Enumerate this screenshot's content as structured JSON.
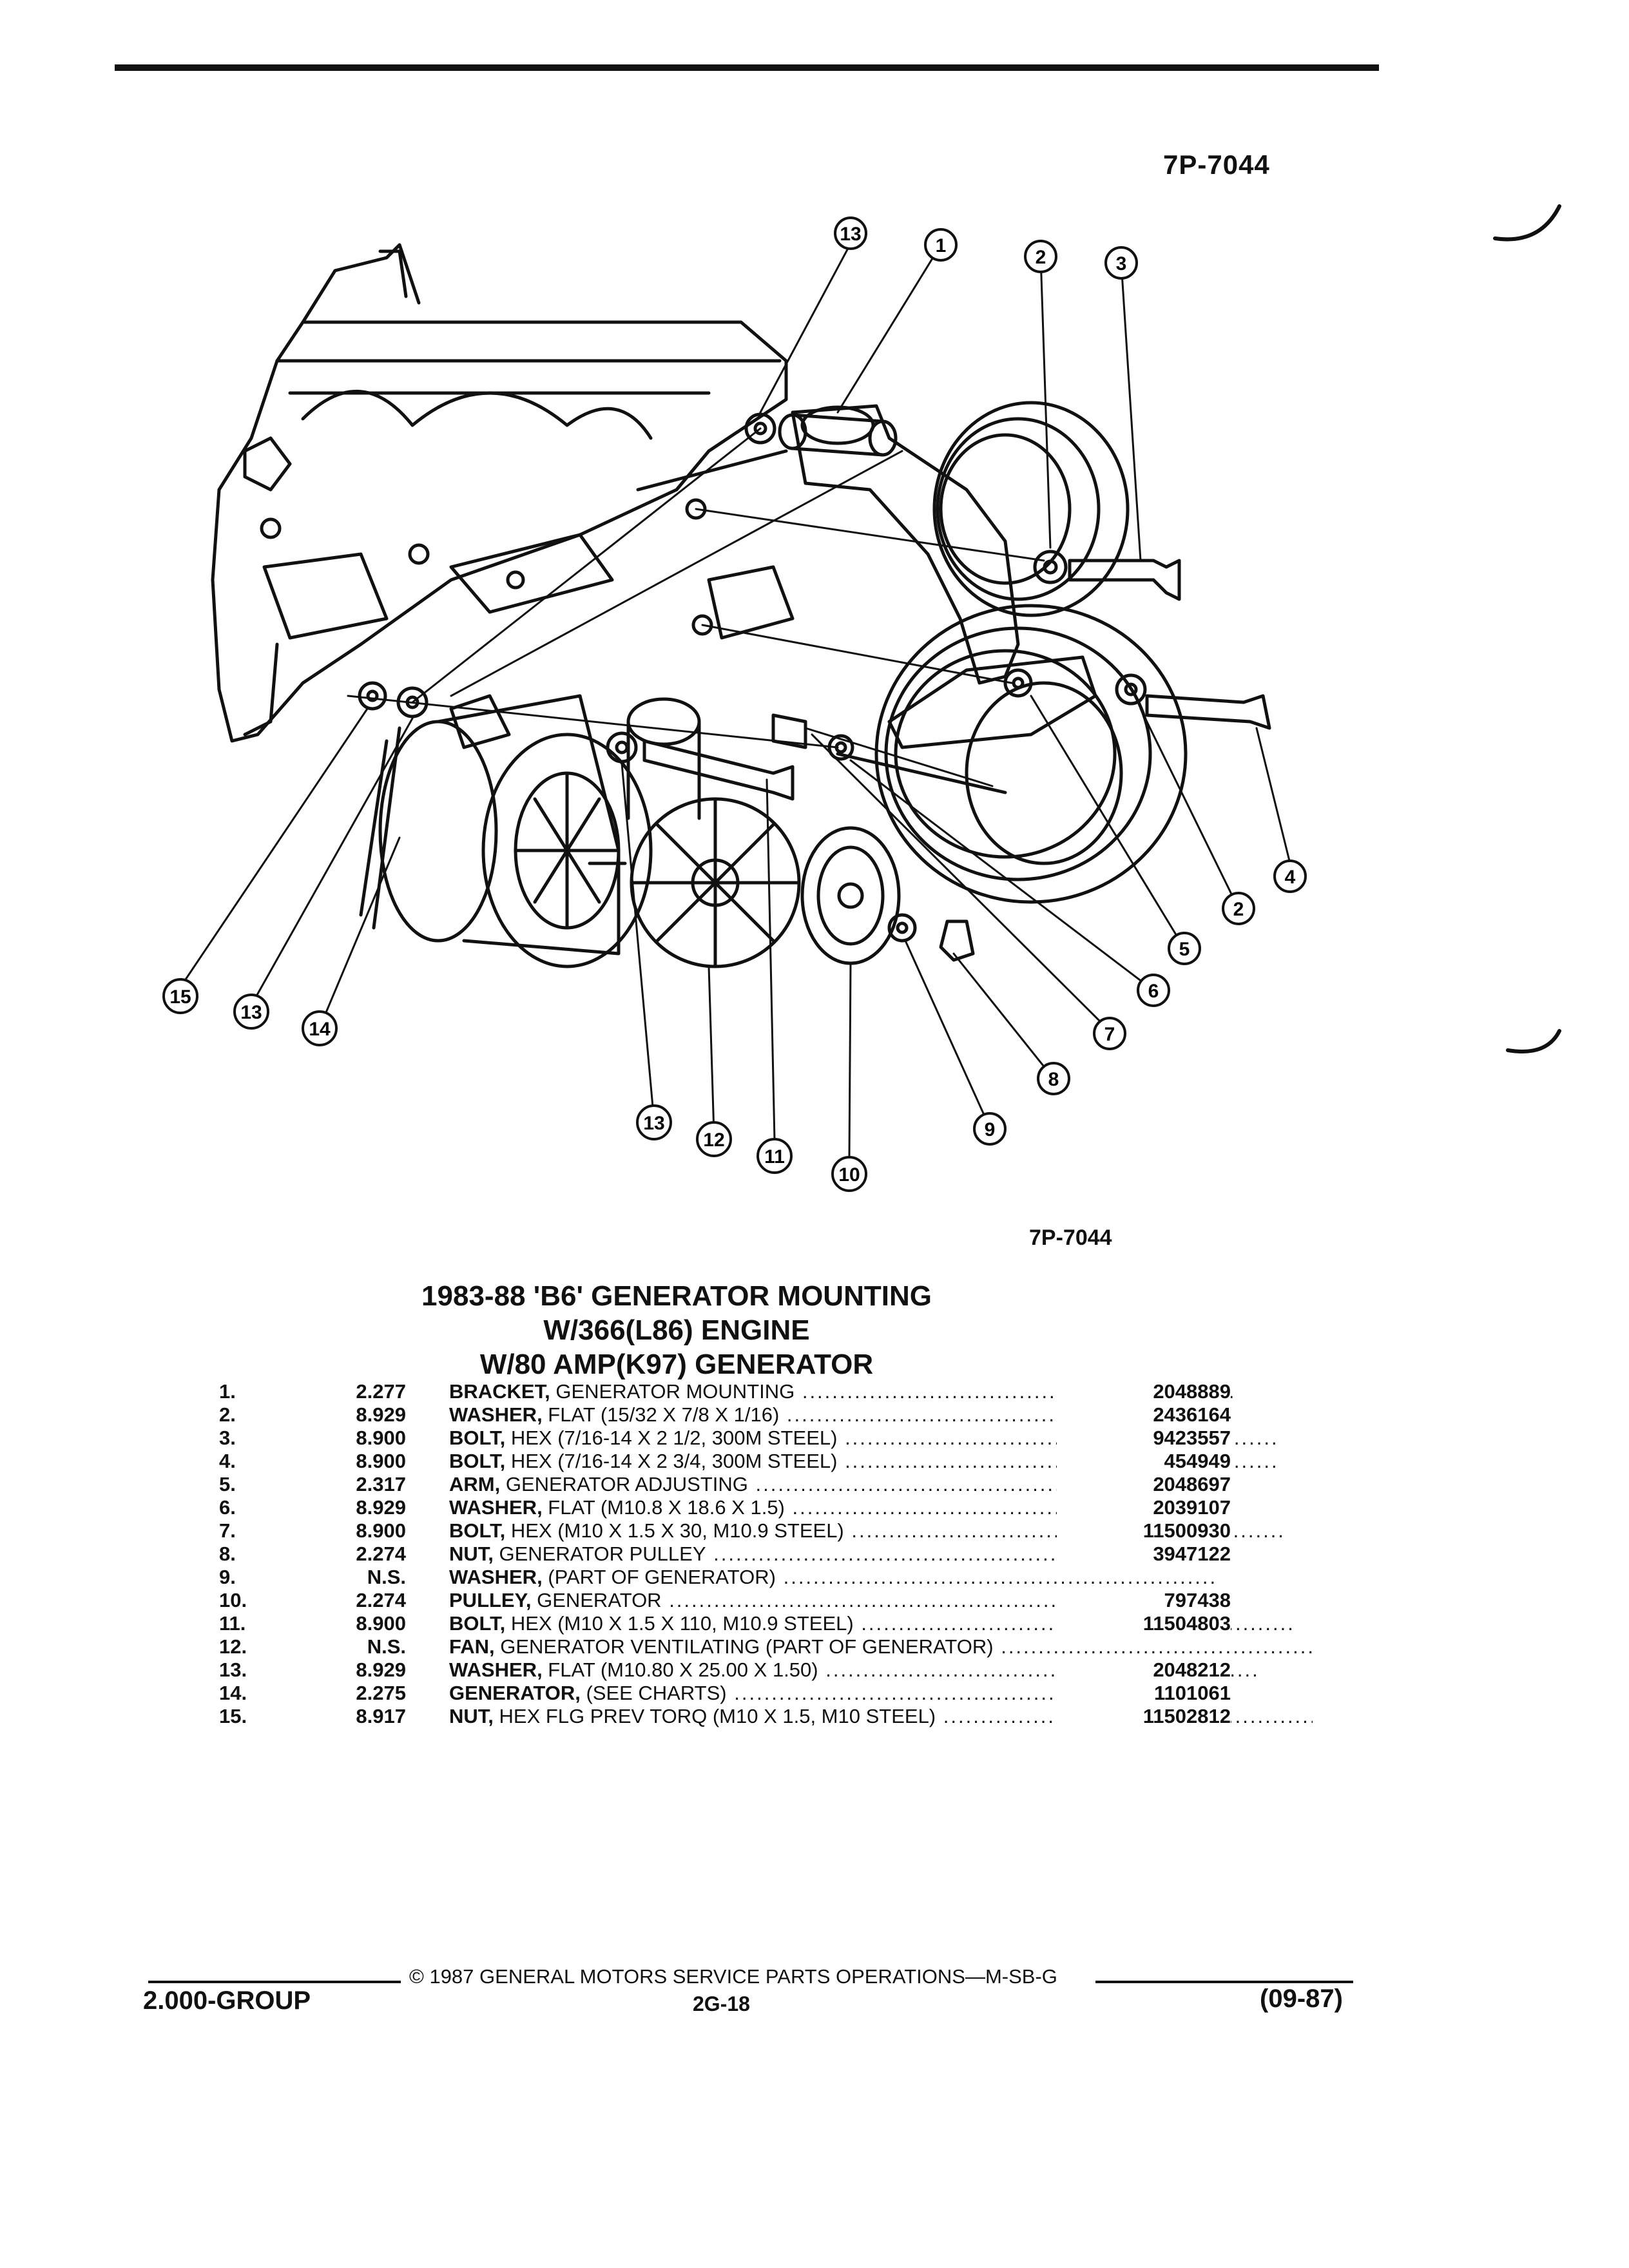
{
  "header": {
    "ref_top": "7P-7044"
  },
  "figure": {
    "ref_bottom": "7P-7044",
    "callouts": [
      "13",
      "1",
      "2",
      "3",
      "4",
      "2",
      "5",
      "6",
      "7",
      "8",
      "9",
      "10",
      "11",
      "12",
      "13",
      "13",
      "14",
      "15"
    ]
  },
  "title": {
    "line1": "1983-88 'B6' GENERATOR MOUNTING",
    "line2": "W/366(L86) ENGINE",
    "line3": "W/80 AMP(K97) GENERATOR"
  },
  "parts": [
    {
      "idx": "1.",
      "group": "2.277",
      "name": "BRACKET,",
      "detail": " GENERATOR MOUNTING",
      "part_no": "2048889"
    },
    {
      "idx": "2.",
      "group": "8.929",
      "name": "WASHER,",
      "detail": " FLAT (15/32 X 7/8 X 1/16)",
      "part_no": "2436164"
    },
    {
      "idx": "3.",
      "group": "8.900",
      "name": "BOLT,",
      "detail": " HEX (7/16-14 X 2 1/2, 300M STEEL)",
      "part_no": "9423557"
    },
    {
      "idx": "4.",
      "group": "8.900",
      "name": "BOLT,",
      "detail": " HEX (7/16-14 X 2 3/4, 300M STEEL)",
      "part_no": "454949"
    },
    {
      "idx": "5.",
      "group": "2.317",
      "name": "ARM,",
      "detail": " GENERATOR ADJUSTING",
      "part_no": "2048697"
    },
    {
      "idx": "6.",
      "group": "8.929",
      "name": "WASHER,",
      "detail": " FLAT (M10.8 X 18.6 X 1.5)",
      "part_no": "2039107"
    },
    {
      "idx": "7.",
      "group": "8.900",
      "name": "BOLT,",
      "detail": " HEX (M10 X 1.5 X 30, M10.9 STEEL)",
      "part_no": "11500930"
    },
    {
      "idx": "8.",
      "group": "2.274",
      "name": "NUT,",
      "detail": " GENERATOR PULLEY",
      "part_no": "3947122"
    },
    {
      "idx": "9.",
      "group": "N.S.",
      "name": "WASHER,",
      "detail": " (PART OF GENERATOR)",
      "part_no": ""
    },
    {
      "idx": "10.",
      "group": "2.274",
      "name": "PULLEY,",
      "detail": " GENERATOR",
      "part_no": "797438"
    },
    {
      "idx": "11.",
      "group": "8.900",
      "name": "BOLT,",
      "detail": " HEX (M10 X 1.5 X 110, M10.9 STEEL)",
      "part_no": "11504803"
    },
    {
      "idx": "12.",
      "group": "N.S.",
      "name": "FAN,",
      "detail": " GENERATOR VENTILATING (PART OF GENERATOR)",
      "part_no": ""
    },
    {
      "idx": "13.",
      "group": "8.929",
      "name": "WASHER,",
      "detail": " FLAT (M10.80 X 25.00 X 1.50)",
      "part_no": "2048212"
    },
    {
      "idx": "14.",
      "group": "2.275",
      "name": "GENERATOR,",
      "detail": " (SEE CHARTS)",
      "part_no": "1101061"
    },
    {
      "idx": "15.",
      "group": "8.917",
      "name": "NUT,",
      "detail": " HEX FLG PREV TORQ (M10 X 1.5, M10 STEEL)",
      "part_no": "11502812"
    }
  ],
  "footer": {
    "copyright": "© 1987 GENERAL MOTORS SERVICE PARTS OPERATIONS—M-SB-G",
    "group": "2.000-GROUP",
    "page": "2G-18",
    "date": "(09-87)"
  }
}
